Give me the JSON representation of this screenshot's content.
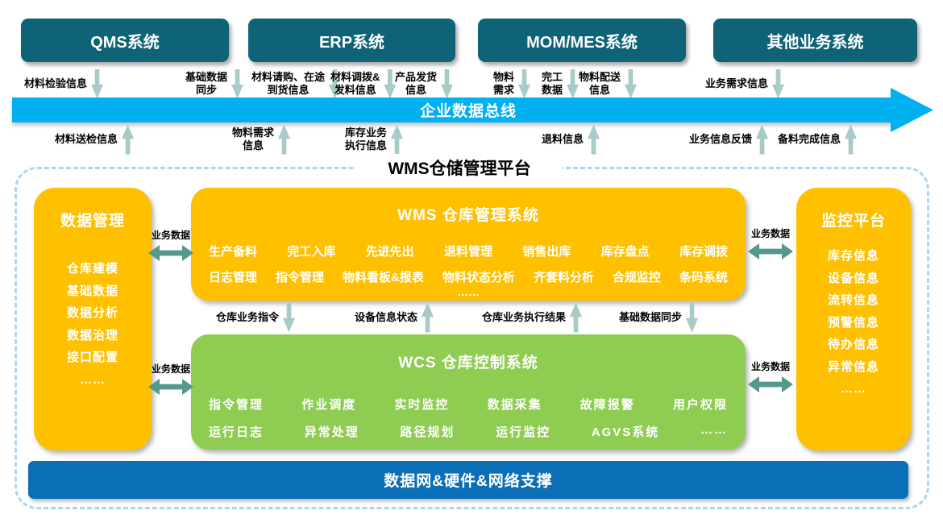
{
  "colors": {
    "system-box": "#0E6377",
    "bus": "#00B0F0",
    "orange": "#FFC000",
    "green": "#8ECC52",
    "bottom-bar": "#0B6FB8",
    "dashed-border": "#A9D6F2",
    "flow-arrow": "#A9CBC7",
    "exchange-arrow": "#55988C"
  },
  "top_systems": [
    "QMS系统",
    "ERP系统",
    "MOM/MES系统",
    "其他业务系统"
  ],
  "bus_label": "企业数据总线",
  "bus_down_flows": [
    "材料检验信息",
    "基础数据\n同步",
    "材料请购、在途\n到货信息",
    "材料调拨&\n发料信息",
    "产品发货\n信息",
    "物料\n需求",
    "完工\n数据",
    "物料配送\n信息",
    "业务需求信息"
  ],
  "bus_up_flows": [
    "材料送检信息",
    "物料需求\n信息",
    "库存业务\n执行信息",
    "退料信息",
    "业务信息反馈",
    "备料完成信息"
  ],
  "platform": {
    "title": "WMS仓储管理平台",
    "data_management": {
      "title": "数据管理",
      "items": [
        "仓库建模",
        "基础数据",
        "数据分析",
        "数据治理",
        "接口配置",
        "……"
      ]
    },
    "wms": {
      "title": "WMS 仓库管理系统",
      "row1": [
        "生产备料",
        "完工入库",
        "先进先出",
        "退料管理",
        "销售出库",
        "库存盘点",
        "库存调拨"
      ],
      "row2": [
        "日志管理",
        "指令管理",
        "物料看板&报表",
        "物料状态分析",
        "齐套料分析",
        "合规监控",
        "条码系统"
      ],
      "more": "……"
    },
    "mid_flows": [
      {
        "label": "仓库业务指令",
        "direction": "down"
      },
      {
        "label": "设备信息状态",
        "direction": "up"
      },
      {
        "label": "仓库业务执行结果",
        "direction": "up"
      },
      {
        "label": "基础数据同步",
        "direction": "down"
      }
    ],
    "wcs": {
      "title": "WCS 仓库控制系统",
      "row1": [
        "指令管理",
        "作业调度",
        "实时监控",
        "数据采集",
        "故障报警",
        "用户权限"
      ],
      "row2": [
        "运行日志",
        "异常处理",
        "路径规划",
        "运行监控",
        "AGVS系统",
        "……"
      ]
    },
    "monitoring": {
      "title": "监控平台",
      "items": [
        "库存信息",
        "设备信息",
        "流转信息",
        "预警信息",
        "待办信息",
        "异常信息",
        "……"
      ]
    },
    "exchange_label": "业务数据",
    "bottom_bar": "数据网&硬件&网络支撑"
  }
}
